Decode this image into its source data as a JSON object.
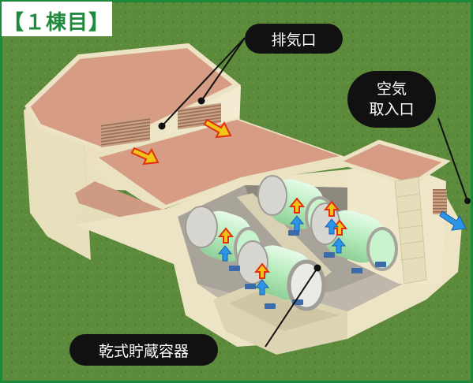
{
  "title": "【１棟目】",
  "callouts": {
    "exhaust": "排気口",
    "intake_line1": "空気",
    "intake_line2": "取入口",
    "cask": "乾式貯蔵容器"
  },
  "colors": {
    "frame_border": "#1d8a3a",
    "grass": "#5a8a3a",
    "building_wall": "#eee6c8",
    "roof": "#d69c84",
    "cask_body": "#b8f0c0",
    "callout_bg": "#111111",
    "callout_text": "#ffffff",
    "arrow_warm": "#f2c416",
    "arrow_warm_edge": "#e03010",
    "arrow_cool": "#2b95e8"
  }
}
